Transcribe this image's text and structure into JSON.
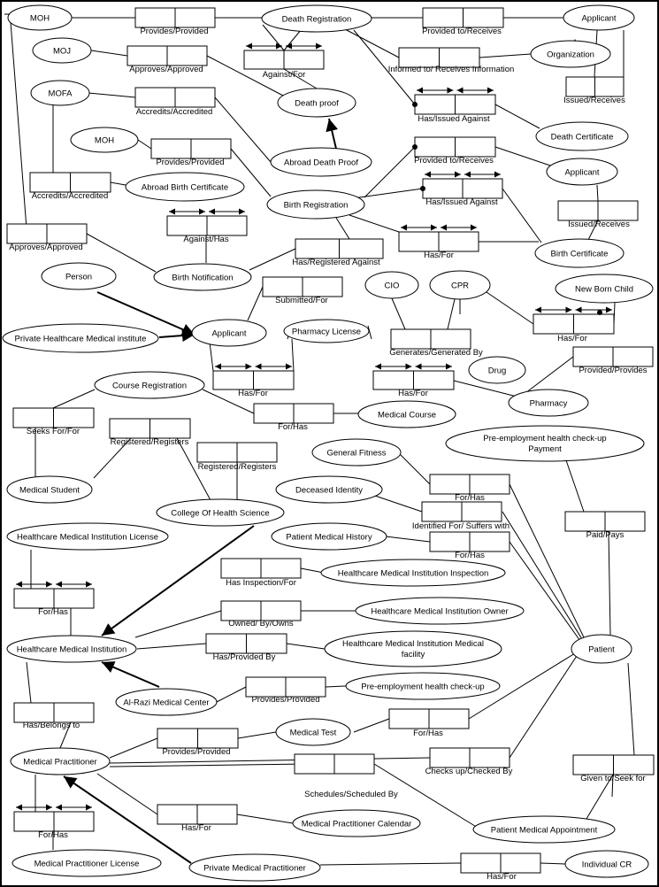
{
  "entities": {
    "moh1": "MOH",
    "death_registration": "Death Registration",
    "applicant1": "Applicant",
    "moj": "MOJ",
    "organization": "Organization",
    "death_proof": "Death proof",
    "mofa": "MOFA",
    "death_certificate": "Death Certificate",
    "moh2": "MOH",
    "abroad_death_proof": "Abroad Death Proof",
    "applicant2": "Applicant",
    "abroad_birth_certificate": "Abroad Birth Certificate",
    "birth_registration": "Birth Registration",
    "birth_certificate": "Birth Certificate",
    "person": "Person",
    "birth_notification": "Birth Notification",
    "cio": "CIO",
    "cpr": "CPR",
    "new_born_child": "New Born Child",
    "private_healthcare_institute": "Private Healthcare Medical institute",
    "applicant3": "Applicant",
    "pharmacy_license": "Pharmacy License",
    "drug": "Drug",
    "course_registration": "Course Registration",
    "pharmacy": "Pharmacy",
    "medical_course": "Medical Course",
    "pre_employment_payment": [
      "Pre-employment health check-up",
      "Payment"
    ],
    "general_fitness": "General Fitness",
    "medical_student": "Medical Student",
    "deceased_identity": "Deceased Identity",
    "college_health_science": "College Of Health Science",
    "hmi_license": "Healthcare Medical Institution License",
    "patient_medical_history": "Patient Medical History",
    "hmi_inspection": "Healthcare Medical Institution Inspection",
    "hmi_owner": "Healthcare Medical Institution Owner",
    "hmi": "Healthcare  Medical Institution",
    "hmi_medical_facility": [
      "Healthcare Medical Institution Medical",
      "facility"
    ],
    "patient": "Patient",
    "al_razi": "Al-Razi Medical Center",
    "pre_employment_checkup": "Pre-employment health check-up",
    "medical_test": "Medical Test",
    "medical_practitioner": "Medical Practitioner",
    "mp_calendar": "Medical Practitioner Calendar",
    "patient_medical_appointment": "Patient Medical Appointment",
    "mp_license": "Medical Practitioner License",
    "private_medical_practitioner": "Private Medical Practitioner",
    "individual_cr": "Individual CR"
  },
  "relationships": {
    "r01": "Provides/Provided",
    "r02": "Provided to/Receives",
    "r03": "Against/For",
    "r04": "Approves/Approved",
    "r05": "Informed to/ Receives Information",
    "r06": "Accredits/Accredited",
    "r07": "Issued/Receives",
    "r08": "Has/Issued Against",
    "r09": "Provides/Provided",
    "r10": "Provided to/Receives",
    "r11": "Accredits/Accredited",
    "r12": "Has/Issued Against",
    "r13": "Against/Has",
    "r14": "Issued/Receives",
    "r15": "Approves/Approved",
    "r16": "Has/For",
    "r17": "Has/Registered Against",
    "r18": "Submitted/For",
    "r19": "Has/For",
    "r20": "Generates/Generated By",
    "r21": "Provided/Provides",
    "r22": "Has/For",
    "r23": "Has/For",
    "r24": "For/Has",
    "r25": "Seeks For/For",
    "r26": "Registered/Registers",
    "r27": "Registered/Registers",
    "r28": "For/Has",
    "r29": "Identified For/ Suffers with",
    "r30": "Paid/Pays",
    "r31": "For/Has",
    "r32": "Has Inspection/For",
    "r33": "For/Has",
    "r34": "Owned/ By/Owns",
    "r35": "Has/Provided By",
    "r36": "Provides/Provided",
    "r37": "Has/Belongs to",
    "r38": "Provides/Provided",
    "r39": "For/Has",
    "r40": "Checks up/Checked By",
    "r41": "Schedules/Scheduled By",
    "r42": "Given to/Seek for",
    "r43": "Has/For",
    "r44": "For/Has",
    "r45": "Has/For"
  }
}
